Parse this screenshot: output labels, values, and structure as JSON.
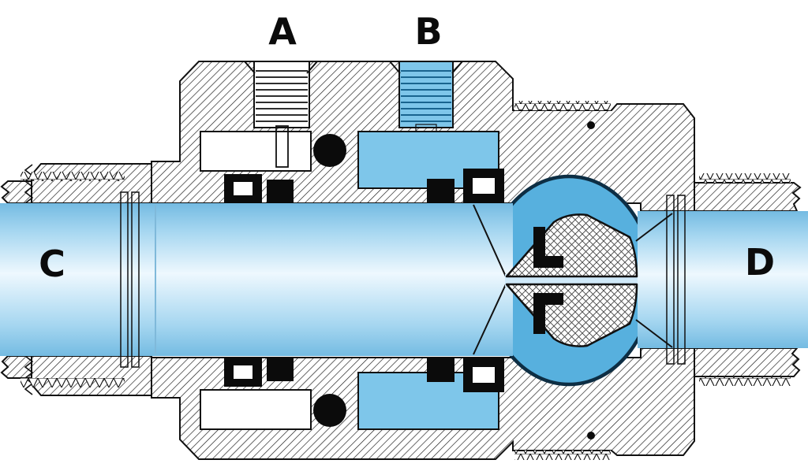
{
  "labels": {
    "port_a": "A",
    "port_b": "B",
    "inlet": "C",
    "outlet": "D"
  },
  "colors": {
    "ink": "#111111",
    "seal": "#0b0b0b",
    "chamber": "#57b0de",
    "port_b_fluid": "#7ec6ea",
    "fluid_edge": "#74bbe2",
    "fluid_mid": "#a5d6f0",
    "fluid_highlight": "#eef8fe"
  }
}
